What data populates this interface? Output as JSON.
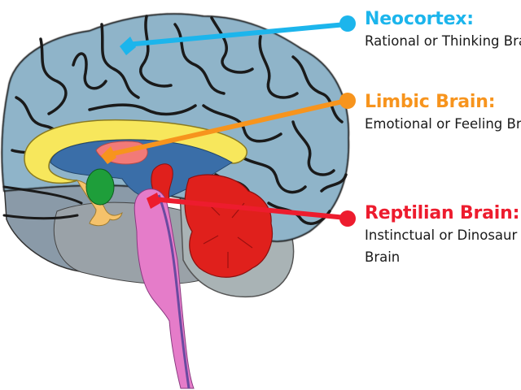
{
  "diagram": {
    "title": "Triune Brain Model",
    "colors": {
      "neocortex": "#1cb5ec",
      "limbic": "#f7941d",
      "reptilian": "#ed1c2e",
      "cortex_fill": "#8fb4c9",
      "cortex_grooves": "#1a1a1a",
      "corpus_callosum": "#f7e75c",
      "ventricle": "#3a6ea8",
      "thalamus": "#f27a78",
      "amygdala": "#1e9e3a",
      "brainstem": "#e57cc9",
      "cerebellum": "#e0201c",
      "cerebellum_outer": "#a9b3b5",
      "temporal_lobe": "#8a9aa8",
      "hypothalamus": "#f5c26b",
      "text": "#1a1a1a"
    },
    "labels": [
      {
        "id": "neocortex",
        "title": "Neocortex:",
        "description_lines": [
          "Rational or Thinking Brain"
        ]
      },
      {
        "id": "limbic",
        "title": "Limbic Brain:",
        "description_lines": [
          "Emotional or Feeling Brain"
        ]
      },
      {
        "id": "reptilian",
        "title": "Reptilian Brain:",
        "description_lines": [
          "Instinctual or Dinosaur",
          "Brain"
        ]
      }
    ]
  }
}
